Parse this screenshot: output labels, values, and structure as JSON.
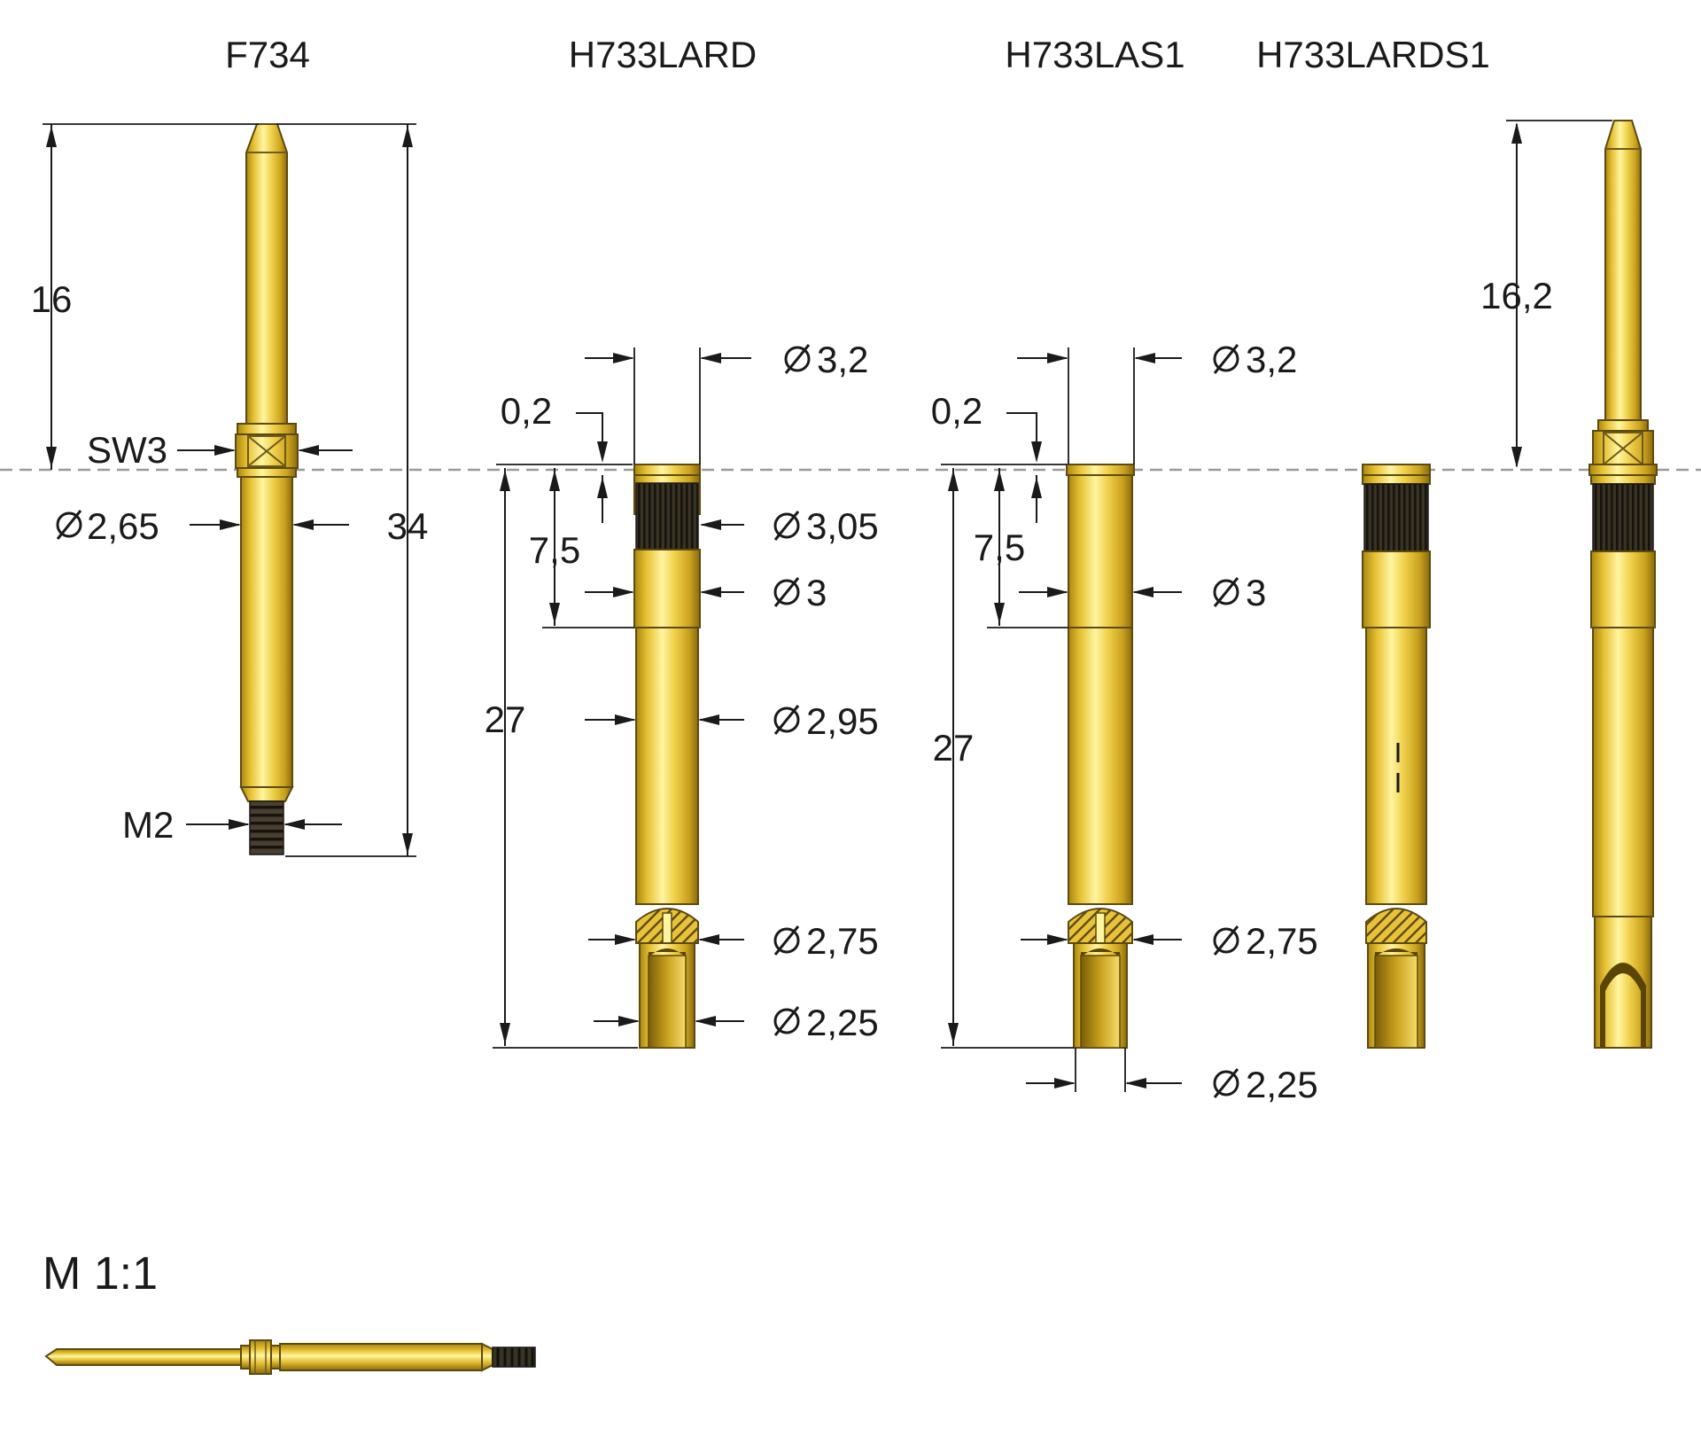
{
  "titles": {
    "f734": "F734",
    "h733lard": "H733LARD",
    "h733las1": "H733LAS1",
    "h733lards1": "H733LARDS1"
  },
  "dims": {
    "f734_16": "16",
    "f734_sw3": "SW3",
    "f734_d265": "2,65",
    "f734_34": "34",
    "f734_m2": "M2",
    "lard_d32": "3,2",
    "lard_02": "0,2",
    "lard_75": "7,5",
    "lard_d305": "3,05",
    "lard_d3": "3",
    "lard_27": "27",
    "lard_d295": "2,95",
    "lard_d275": "2,75",
    "lard_d225": "2,25",
    "las1_d32": "3,2",
    "las1_02": "0,2",
    "las1_75": "7,5",
    "las1_d3": "3",
    "las1_27": "27",
    "las1_d275": "2,75",
    "las1_d225": "2,25",
    "lards1_162": "16,2"
  },
  "scale_label": "M 1:1",
  "icons": {
    "diameter": "diameter-icon"
  },
  "colors": {
    "gold_light": "#fff7a8",
    "gold_mid": "#e8c33a",
    "gold_dark": "#9c7a16",
    "knurl": "#2a2a2a",
    "center_line": "#9a9a9a"
  }
}
